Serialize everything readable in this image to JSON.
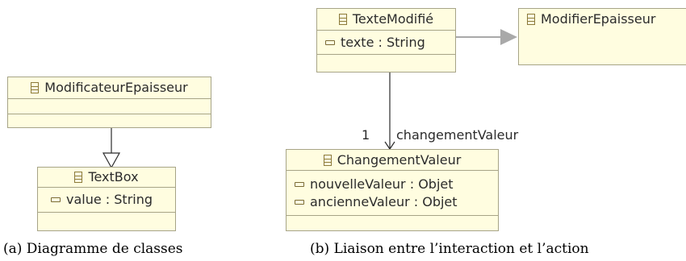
{
  "diagram_a": {
    "class_modificateur": {
      "name": "ModificateurEpaisseur"
    },
    "class_textbox": {
      "name": "TextBox",
      "attributes": [
        "value : String"
      ]
    },
    "caption": "(a) Diagramme de classes"
  },
  "diagram_b": {
    "class_texte_modifie": {
      "name": "TexteModifié",
      "attributes": [
        "texte : String"
      ]
    },
    "class_modifier_epaisseur": {
      "name": "ModifierEpaisseur"
    },
    "class_changement_valeur": {
      "name": "ChangementValeur",
      "attributes": [
        "nouvelleValeur : Objet",
        "ancienneValeur : Objet"
      ]
    },
    "association": {
      "multiplicity": "1",
      "role": "changementValeur"
    },
    "caption": "(b) Liaison entre l’interaction et l’action"
  },
  "colors": {
    "class_fill": "#fffde0",
    "class_border": "#a7a487",
    "edge": "#2b2b2b",
    "dependency_edge": "#a9a9a9"
  }
}
